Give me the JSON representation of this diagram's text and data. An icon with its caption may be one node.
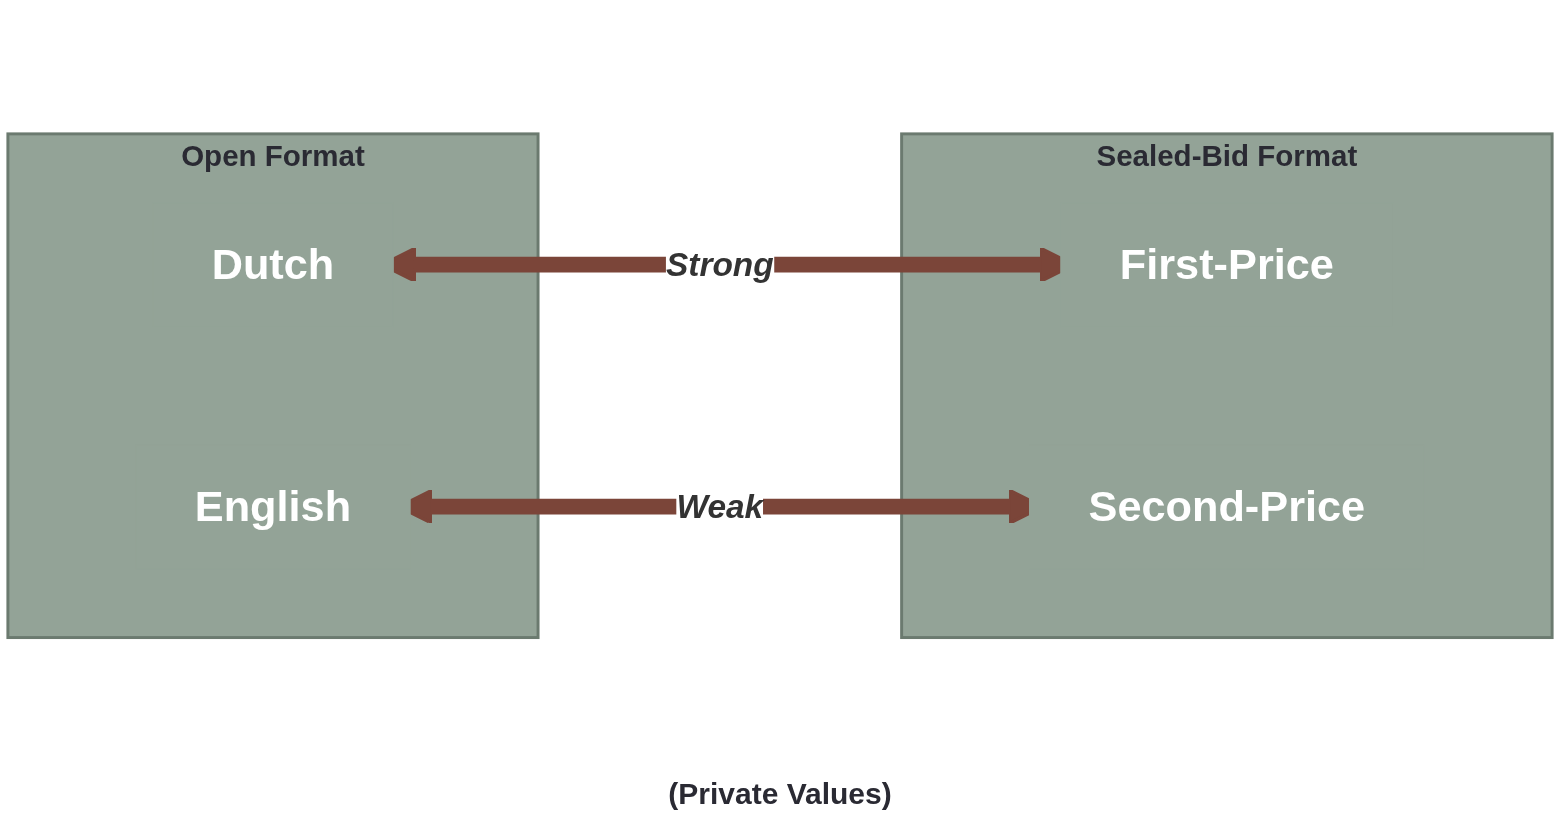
{
  "diagram": {
    "nodes": [
      {
        "text": [
          "Open Format"
        ]
      },
      {
        "text": [
          "Dutch"
        ],
        "in": 0
      },
      {
        "text": [
          "English"
        ],
        "in": 0
      },
      {
        "text": [
          "Sealed-Bid Format"
        ]
      },
      {
        "text": [
          "First-Price"
        ],
        "in": 3
      },
      {
        "text": [
          "Second-Price"
        ],
        "in": 3
      }
    ],
    "edges": [
      {
        "from": 1,
        "to": 4,
        "arrow": "both",
        "label": "Strong"
      },
      {
        "from": 2,
        "to": 5,
        "arrow": "both",
        "label": "Weak"
      }
    ],
    "labels": [
      "(Private Values)"
    ]
  }
}
